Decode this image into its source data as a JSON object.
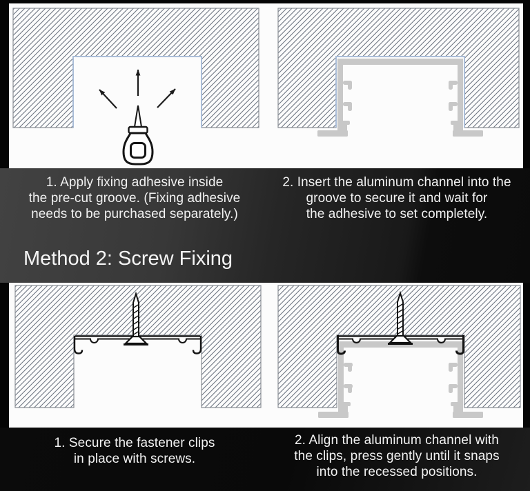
{
  "colors": {
    "page_background": "#050505",
    "panel_white": "#fcfcfc",
    "hatch_line_gray": "#6e7682",
    "groove_outline_blue": "#aabdd8",
    "aluminum_channel_gray": "#c8c8c8",
    "drawing_line_black": "#1a1a1a",
    "caption_text": "#f2f2f2"
  },
  "icons": {
    "glue_bottle": "glue-bottle-icon",
    "arrow_up": "arrow-up-icon",
    "arrow_up_left": "arrow-up-left-icon",
    "arrow_up_right": "arrow-up-right-icon",
    "screw": "screw-icon",
    "fastener_clip": "fastener-clip",
    "aluminum_channel": "aluminum-channel",
    "hatched_wall": "hatched-wall"
  },
  "method1": {
    "step1": {
      "lines": [
        "1. Apply fixing adhesive inside",
        "the pre-cut groove. (Fixing adhesive",
        "needs to be purchased separately.)"
      ]
    },
    "step2": {
      "lines": [
        "2. Insert the aluminum channel into the",
        "groove to secure it and wait for",
        "the adhesive to set completely."
      ]
    }
  },
  "method2": {
    "heading": "Method 2: Screw Fixing",
    "step1": {
      "lines": [
        "1. Secure the fastener clips",
        "in place with screws."
      ]
    },
    "step2": {
      "lines": [
        "2. Align the aluminum channel with",
        "the clips, press gently until it snaps",
        "into the recessed positions."
      ]
    }
  }
}
